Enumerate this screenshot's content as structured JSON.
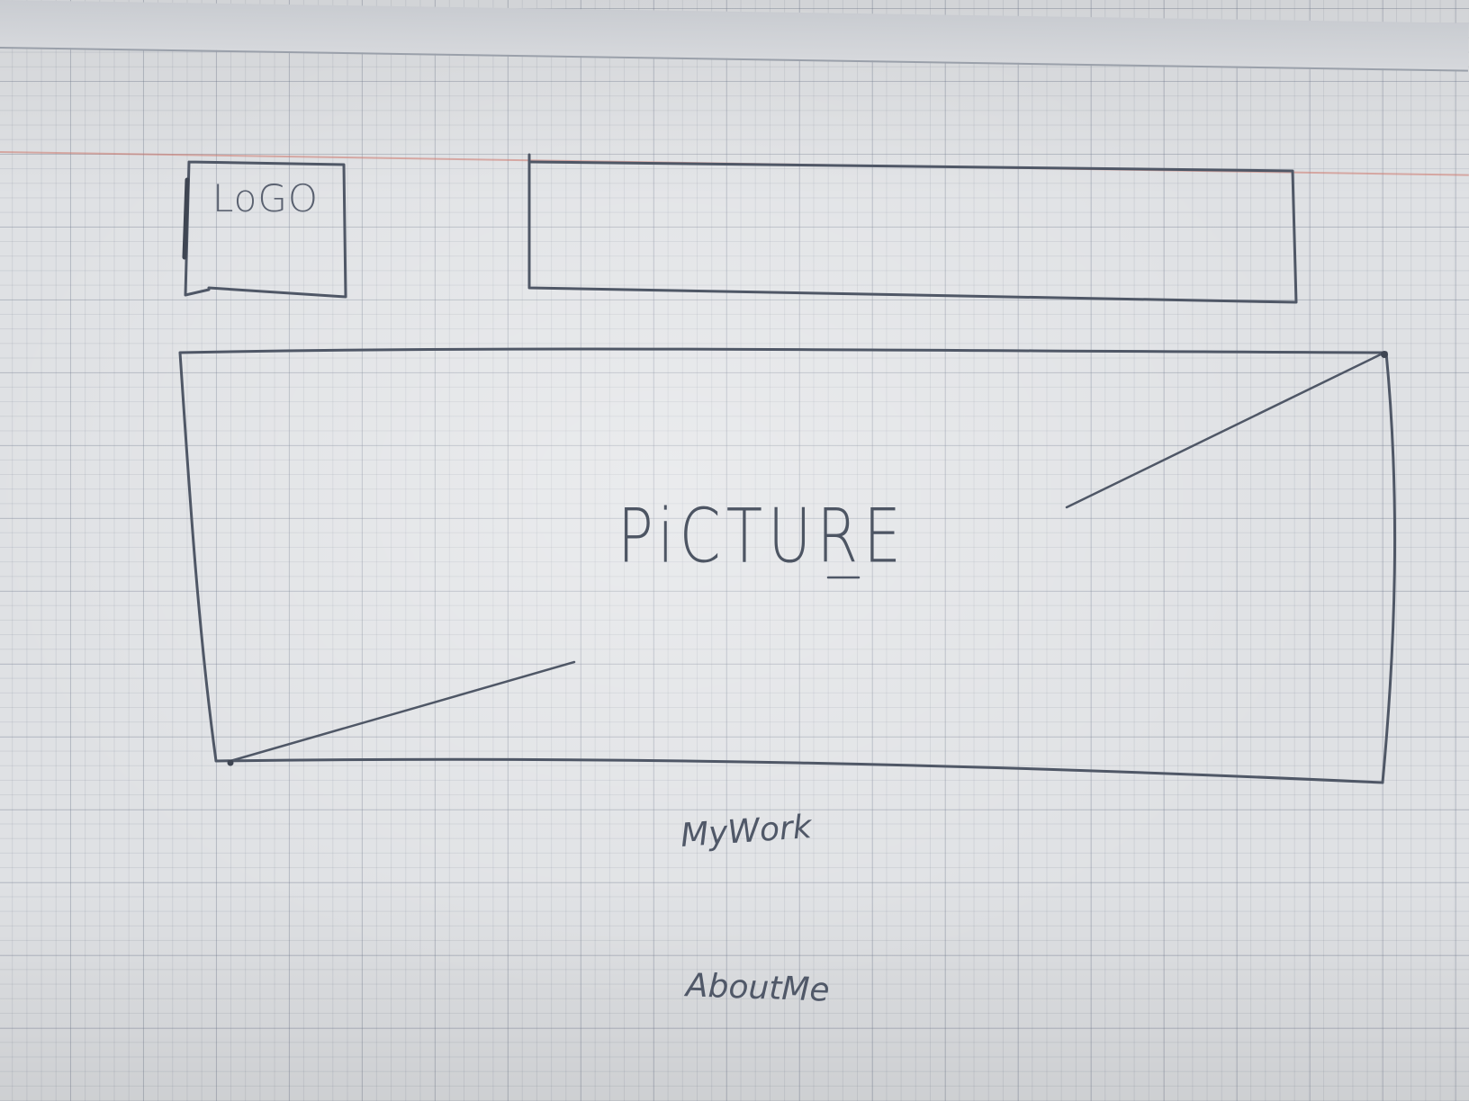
{
  "header": {
    "logo_label": "LoGO",
    "banner_label": ""
  },
  "hero": {
    "picture_label": "PiCTURE"
  },
  "nav": {
    "items": [
      {
        "label": "MyWork"
      },
      {
        "label": "AboutMe"
      }
    ]
  },
  "colors": {
    "paper": "#dfe1e4",
    "grid": "#6e788c",
    "pencil": "#4d5563",
    "margin_line": "#cd786e"
  }
}
